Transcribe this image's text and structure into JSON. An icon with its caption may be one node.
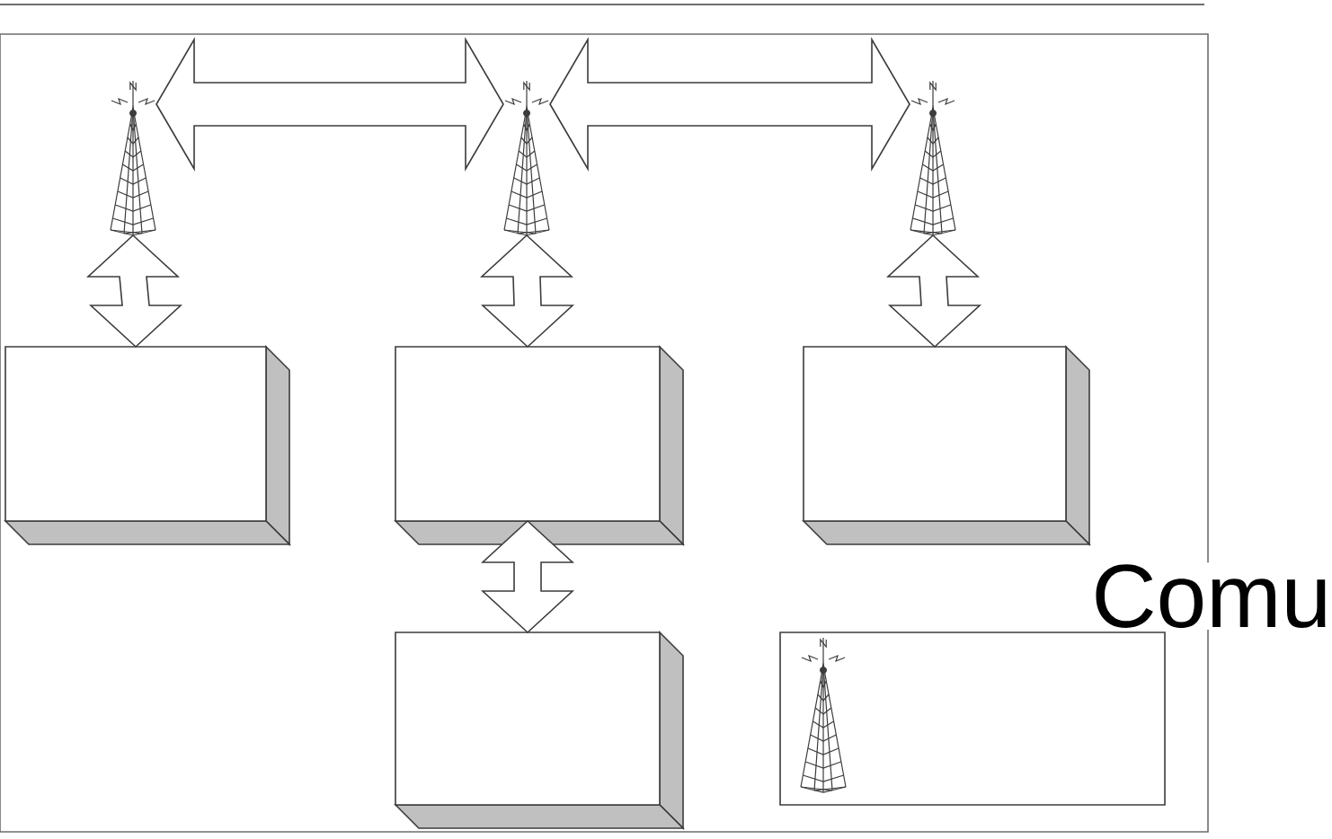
{
  "diagram": {
    "nodes": [
      {
        "text": [],
        "shape": "box"
      },
      {
        "text": [],
        "shape": "picture",
        "in": 0
      },
      {
        "text": [],
        "shape": "picture",
        "in": 0
      },
      {
        "text": [],
        "shape": "picture",
        "in": 0
      },
      {
        "text": [],
        "shape": "box",
        "in": 0
      },
      {
        "text": [],
        "shape": "box",
        "in": 0
      },
      {
        "text": [],
        "shape": "box",
        "in": 0
      },
      {
        "text": [],
        "shape": "box",
        "in": 0
      },
      {
        "text": [],
        "shape": "box",
        "in": 0
      },
      {
        "text": [],
        "shape": "picture",
        "in": 8
      }
    ],
    "edges": [
      {
        "from": 1,
        "to": 2,
        "arrow": "both"
      },
      {
        "from": 2,
        "to": 3,
        "arrow": "both"
      },
      {
        "from": 1,
        "to": 4,
        "arrow": "both"
      },
      {
        "from": 2,
        "to": 5,
        "arrow": "both"
      },
      {
        "from": 3,
        "to": 6,
        "arrow": "both"
      },
      {
        "from": 5,
        "to": 7,
        "arrow": "both"
      }
    ],
    "labels": [
      "Comu"
    ]
  }
}
